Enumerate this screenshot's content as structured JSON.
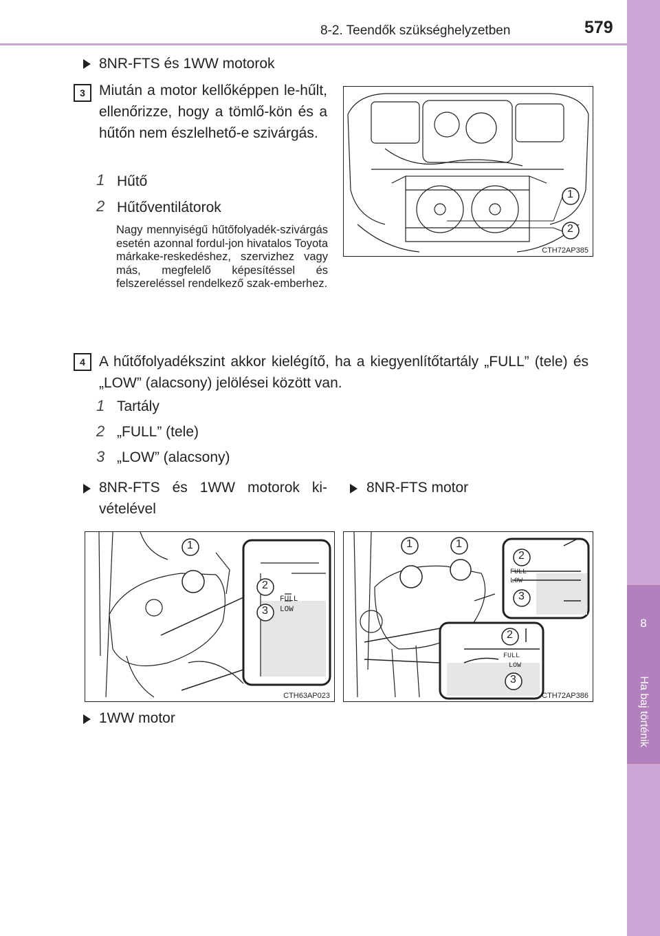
{
  "header": {
    "section": "8-2. Teendők szükséghelyzetben",
    "page_number": "579"
  },
  "side_tab": {
    "chapter_number": "8",
    "chapter_title": "Ha baj történik"
  },
  "top_heading": "8NR-FTS és 1WW motorok",
  "step3": {
    "number": "3",
    "text": "Miután a motor kellőképpen le-hűlt, ellenőrizze, hogy a tömlő-kön és a hűtőn nem észlelhető-e szivárgás.",
    "items": [
      {
        "num": "1",
        "label": "Hűtő"
      },
      {
        "num": "2",
        "label": "Hűtőventilátorok"
      }
    ],
    "note": "Nagy mennyiségű hűtőfolyadék-szivárgás esetén azonnal fordul-jon hivatalos Toyota márkake-reskedéshez, szervizhez vagy más, megfelelő képesítéssel és felszereléssel rendelkező szak-emberhez.",
    "figure_code": "CTH72AP385",
    "figure_callouts": [
      "1",
      "2"
    ]
  },
  "step4": {
    "number": "4",
    "text": "A hűtőfolyadékszint akkor kielégítő, ha a kiegyenlítőtartály „FULL” (tele) és „LOW” (alacsony) jelölései között van.",
    "items": [
      {
        "num": "1",
        "label": "Tartály"
      },
      {
        "num": "2",
        "label": "„FULL” (tele)"
      },
      {
        "num": "3",
        "label": "„LOW” (alacsony)"
      }
    ]
  },
  "variant_left_heading": "8NR-FTS és 1WW motorok ki-vételével",
  "variant_right_heading": "8NR-FTS motor",
  "figure_left": {
    "code": "CTH63AP023",
    "callouts": [
      "1",
      "2",
      "3"
    ],
    "full_mark": "FULL",
    "low_mark": "LOW"
  },
  "figure_right": {
    "code": "CTH72AP386",
    "callouts": [
      "1",
      "1",
      "2",
      "3",
      "2",
      "3"
    ],
    "full_mark": "FULL",
    "low_mark": "LOW"
  },
  "bottom_heading": "1WW motor",
  "colors": {
    "tab_light": "#cda6d5",
    "tab_dark": "#b280bd",
    "header_rule": "#c7a3cf",
    "text": "#231f20"
  }
}
